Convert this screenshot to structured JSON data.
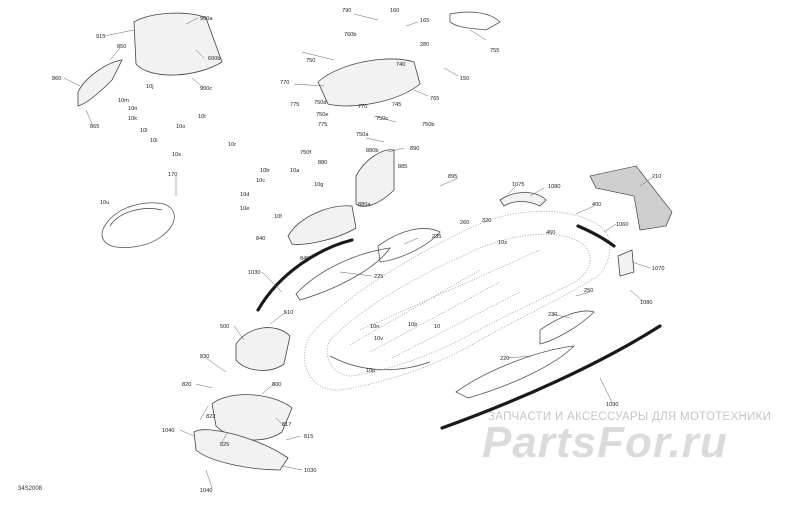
{
  "diagram_code": "34S2008",
  "watermark": {
    "tagline": "ЗАПЧАСТИ И АКСЕССУАРЫ ДЛЯ МОТОТЕХНИКИ",
    "logo": "PartsFor.ru"
  },
  "callouts": [
    "915",
    "900a",
    "850",
    "600b",
    "860",
    "900c",
    "865",
    "10m",
    "10j",
    "10n",
    "10k",
    "10l",
    "10o",
    "10t",
    "10s",
    "10i",
    "10r",
    "10b",
    "10c",
    "10a",
    "10d",
    "10e",
    "10g",
    "10f",
    "10",
    "10n",
    "10v",
    "10p",
    "10p",
    "790",
    "160",
    "760b",
    "165",
    "755",
    "150",
    "750",
    "280",
    "740",
    "770",
    "775",
    "750d",
    "770",
    "745",
    "765",
    "750e",
    "750c",
    "750b",
    "775",
    "750a",
    "750f",
    "880",
    "890",
    "880b",
    "885",
    "880a",
    "895",
    "260",
    "235",
    "840",
    "845",
    "170",
    "10u",
    "1030",
    "225",
    "510",
    "500",
    "830",
    "820",
    "800",
    "822",
    "1040",
    "825",
    "817",
    "815",
    "1030",
    "1040",
    "1075",
    "1080",
    "210",
    "320",
    "400",
    "460",
    "1060",
    "1070",
    "1080",
    "250",
    "230",
    "220",
    "1090",
    "10z"
  ]
}
